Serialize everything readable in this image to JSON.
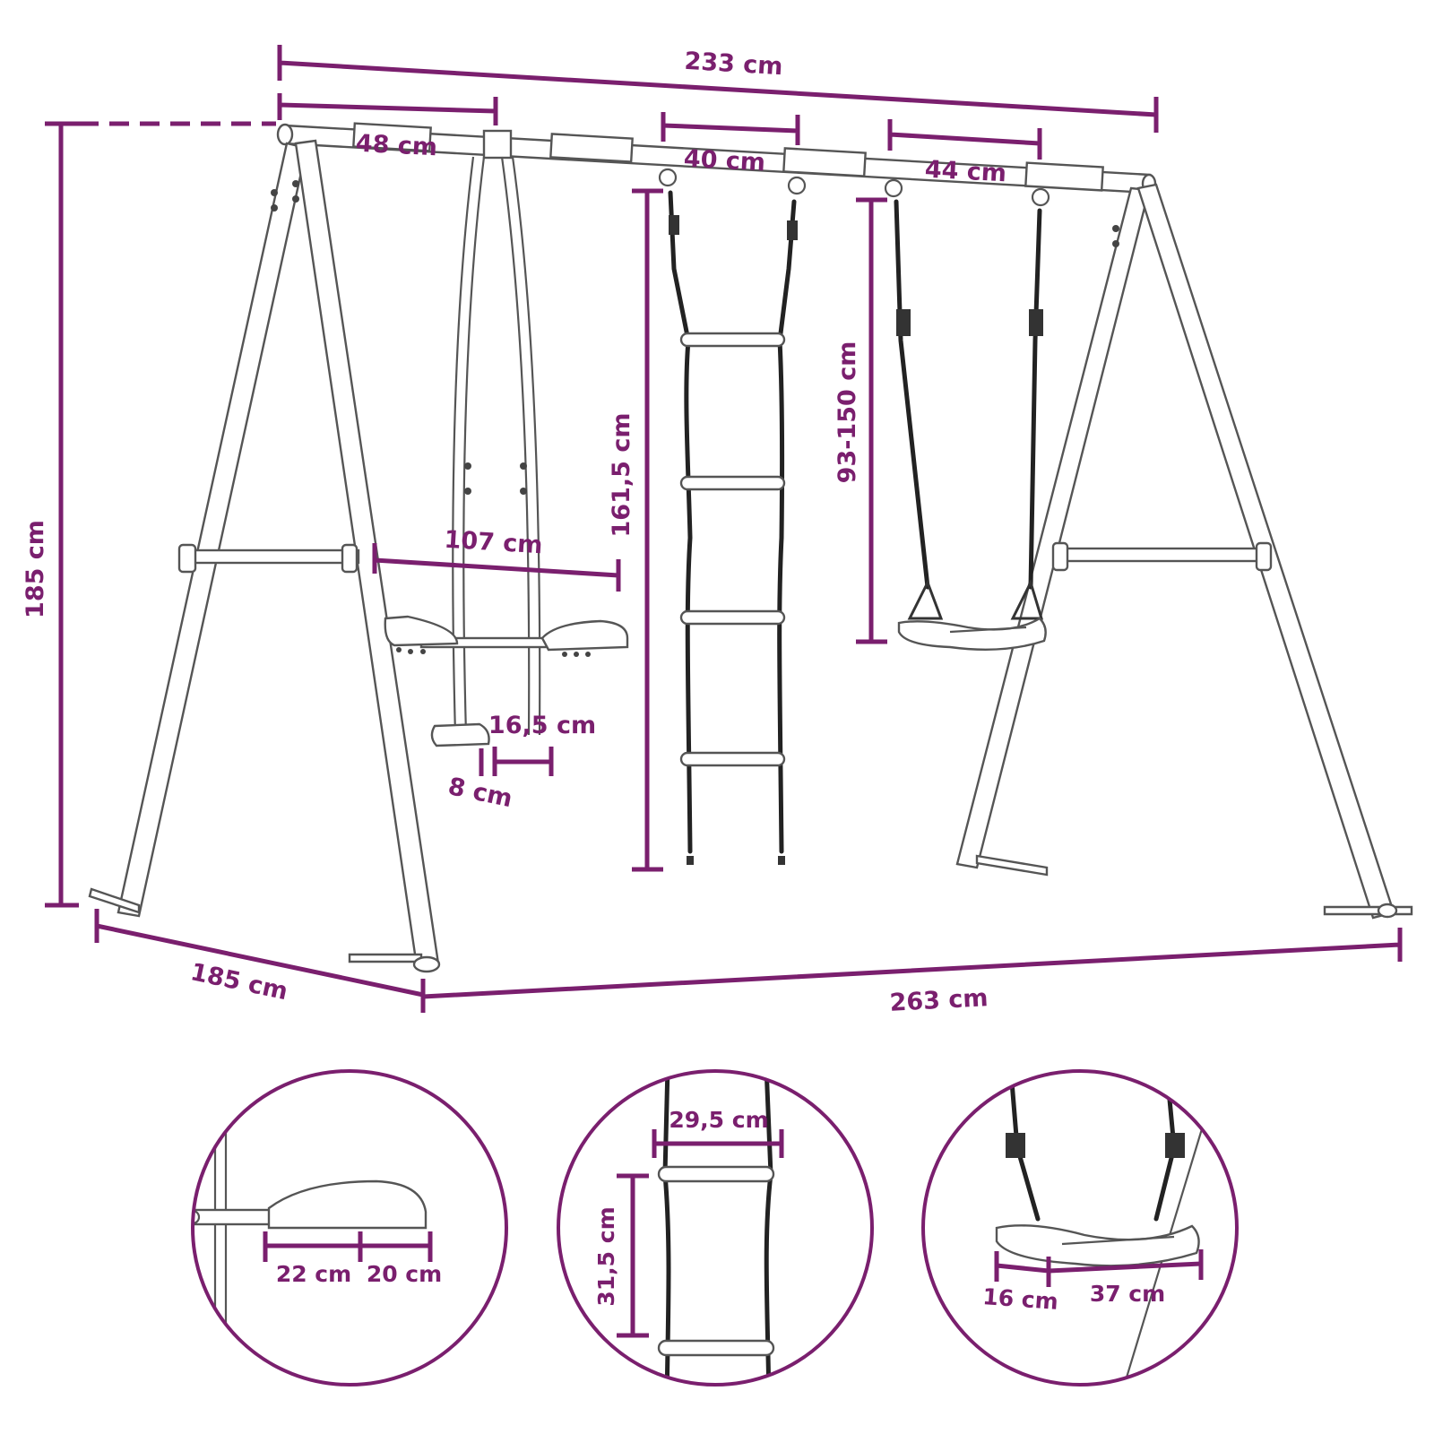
{
  "colors": {
    "dimension": "#7a1f6e",
    "outline": "#555555",
    "rope": "#222222"
  },
  "dimensions": {
    "top_length": "233 cm",
    "seesaw_offset": "48 cm",
    "ladder_spacing": "40 cm",
    "swing_spacing": "44 cm",
    "height": "185 cm",
    "ladder_length": "161,5 cm",
    "swing_height": "93-150 cm",
    "seesaw_length": "107 cm",
    "seesaw_seat_height": "16,5 cm",
    "seesaw_seat_width": "8 cm",
    "depth": "185 cm",
    "base_length": "263 cm"
  },
  "details": {
    "seesaw_seat": {
      "part_a": "22 cm",
      "part_b": "20 cm"
    },
    "ladder_rung": {
      "width": "29,5 cm",
      "spacing": "31,5 cm"
    },
    "swing_seat": {
      "depth": "16 cm",
      "width": "37 cm"
    }
  }
}
